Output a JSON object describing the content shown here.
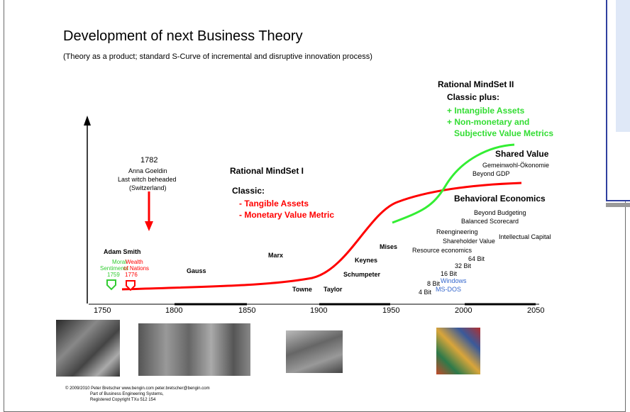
{
  "title": "Development of next Business Theory",
  "subtitle": "(Theory as a product; standard S-Curve of incremental and disruptive innovation process)",
  "mindset2": {
    "title": "Rational MindSet II",
    "classic": "Classic plus:",
    "items": [
      "+ Intangible Assets",
      "+ Non-monetary and",
      "Subjective Value Metrics"
    ]
  },
  "mindset1": {
    "title": "Rational MindSet I",
    "classic": "Classic:",
    "items": [
      "- Tangible Assets",
      "- Monetary Value Metric"
    ]
  },
  "witch": {
    "year": "1782",
    "line1": "Anna Goeldin",
    "line2": "Last witch beheaded",
    "line3": "(Switzerland)"
  },
  "adam_smith": {
    "name": "Adam Smith",
    "moral_1": "Moral",
    "moral_2": "Sentiments",
    "moral_year": "1759",
    "wealth_1": "Wealth",
    "wealth_2": "of Nations",
    "wealth_year": "1776"
  },
  "names": {
    "gauss": "Gauss",
    "marx": "Marx",
    "towne": "Towne",
    "taylor": "Taylor",
    "keynes": "Keynes",
    "schumpeter": "Schumpeter",
    "mises": "Mises"
  },
  "shared_value": {
    "title": "Shared Value",
    "line1": "Gemeinwohl-Ökonomie",
    "line2": "Beyond GDP"
  },
  "behavioral": {
    "title": "Behavioral Economics",
    "items": [
      "Beyond Budgeting",
      "Balanced Scorecard",
      "Reengineering",
      "Shareholder Value",
      "Resource economics"
    ],
    "intellectual_capital": "Intellectual Capital"
  },
  "bits": [
    "64 Bit",
    "32 Bit",
    "16 Bit",
    "8 Bit",
    "4 Bit"
  ],
  "os": [
    "Windows",
    "MS-DOS"
  ],
  "axis_ticks": [
    "1750",
    "1800",
    "1850",
    "1900",
    "1950",
    "2000",
    "2050"
  ],
  "footer": {
    "line1": "© 2009/2010   Peter Bretscher www.bengin.com peter.bretscher@bengin.com",
    "line2": "Part of Business Engineering Systems,",
    "line3": "Registered Copyright TXu 512 154"
  },
  "colors": {
    "red_curve": "#ff0000",
    "green_curve": "#33ee33",
    "green_text": "#33dd33",
    "red_text": "#ff0000",
    "blue_text": "#3366cc",
    "frame_border": "#2f3f9f"
  }
}
